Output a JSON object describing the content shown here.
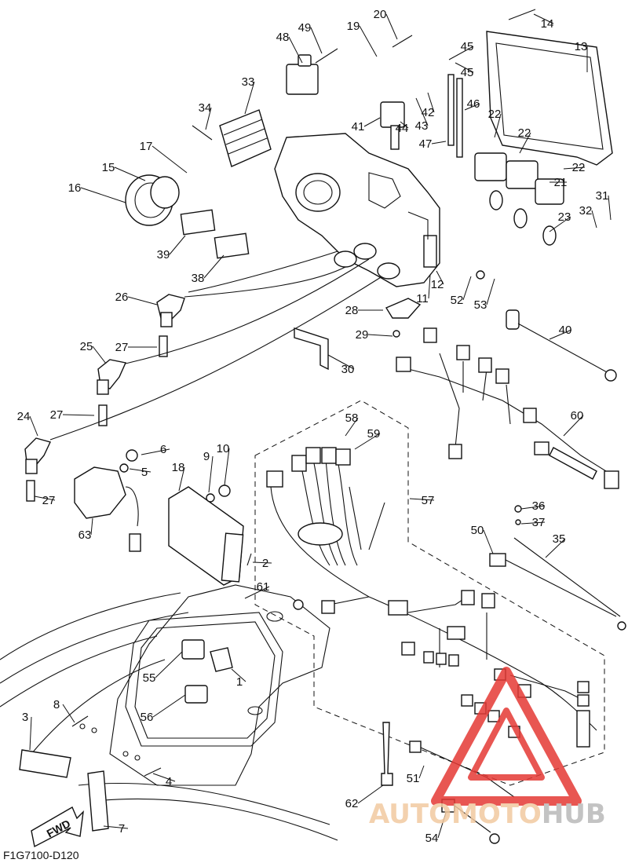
{
  "diagram": {
    "drawing_code": "F1G7100-D120",
    "direction_label": "FWD",
    "callouts": [
      "1",
      "2",
      "3",
      "4",
      "5",
      "6",
      "7",
      "8",
      "9",
      "10",
      "11",
      "12",
      "13",
      "14",
      "15",
      "16",
      "17",
      "18",
      "19",
      "20",
      "21",
      "22",
      "22",
      "22",
      "23",
      "24",
      "25",
      "26",
      "27",
      "27",
      "27",
      "28",
      "29",
      "30",
      "31",
      "32",
      "33",
      "34",
      "35",
      "36",
      "37",
      "38",
      "39",
      "40",
      "41",
      "42",
      "43",
      "44",
      "45",
      "45",
      "46",
      "47",
      "48",
      "49",
      "50",
      "51",
      "52",
      "53",
      "54",
      "55",
      "56",
      "57",
      "58",
      "59",
      "60",
      "61",
      "62",
      "63"
    ]
  },
  "watermark": {
    "text_a": "AUTO",
    "text_b": "MOTO",
    "text_c": "HUB",
    "color_a": "#f2c9a0",
    "color_b": "#f2c9a0",
    "color_c": "#b9b9b9",
    "triangle_color": "#e53935"
  }
}
